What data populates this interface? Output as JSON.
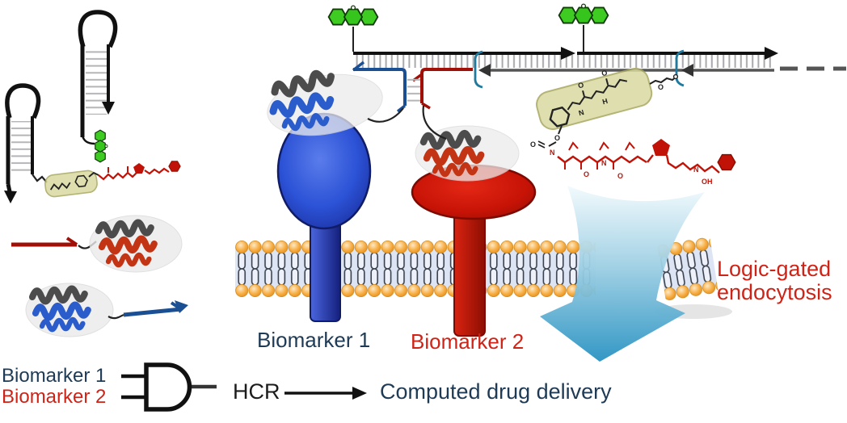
{
  "figure": {
    "receptor_labels": {
      "biomarker1": "Biomarker 1",
      "biomarker2": "Biomarker 2"
    },
    "endocytosis_label": {
      "line1": "Logic-gated",
      "line2": "endocytosis"
    },
    "logic_gate": {
      "input1": "Biomarker 1",
      "input2": "Biomarker 2",
      "process": "HCR",
      "output": "Computed drug delivery"
    },
    "chem": {
      "o": "O",
      "n": "N",
      "h": "H",
      "oh": "OH"
    },
    "colors": {
      "navy_text": "#1e3a55",
      "red_text": "#ce2417",
      "receptor_blue": "#2b50d0",
      "receptor_red": "#c61306",
      "strand_blue": "#1b4f94",
      "strand_red": "#a01008",
      "fluorophore_green": "#3ecb22",
      "membrane_head_orange": "#f5a93f",
      "arrow_blue": "#2892c2",
      "linker_olive": "#d9d9a0",
      "bracket_teal": "#1f7a9e"
    }
  }
}
